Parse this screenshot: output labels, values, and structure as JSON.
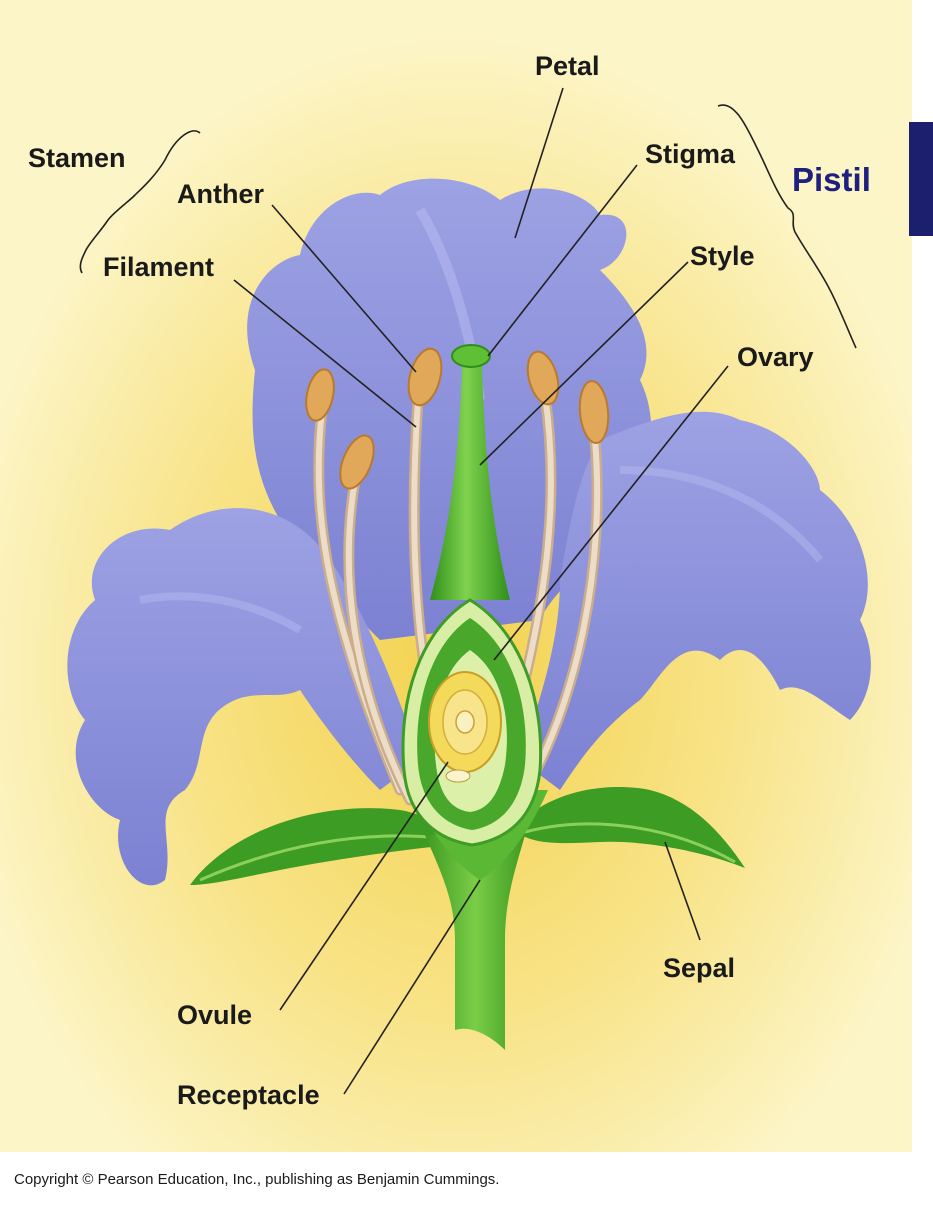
{
  "labels": {
    "petal": "Petal",
    "stamen": "Stamen",
    "anther": "Anther",
    "filament": "Filament",
    "stigma": "Stigma",
    "style": "Style",
    "ovary": "Ovary",
    "pistil": "Pistil",
    "sepal": "Sepal",
    "ovule": "Ovule",
    "receptacle": "Receptacle"
  },
  "copyright": "Copyright © Pearson Education, Inc., publishing as Benjamin Cummings.",
  "colors": {
    "background": "#fcf5c7",
    "background_glow": "#f6dc6a",
    "petal": "#8d92dc",
    "petal_shadow": "#6c70c4",
    "stem": "#4fae2e",
    "pistil_green": "#43a528",
    "anther": "#e2a85a",
    "filament": "#e8d6bf",
    "ovule": "#f1d34a",
    "pistil_title": "#1e2080",
    "side_bar": "#1c1f6e"
  }
}
